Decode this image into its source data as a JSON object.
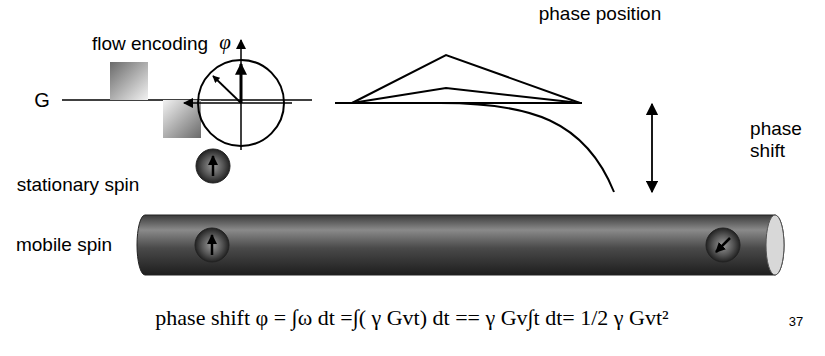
{
  "diagram": {
    "labels": [
      "phase position",
      "flow encoding",
      "φ",
      "G",
      "phase shift",
      "stationary spin",
      "mobile spin",
      "phase shift φ = ∫ω dt =∫( γ Gvt) dt == γ Gv∫t dt= 1/2 γ Gvt²",
      "37"
    ]
  }
}
